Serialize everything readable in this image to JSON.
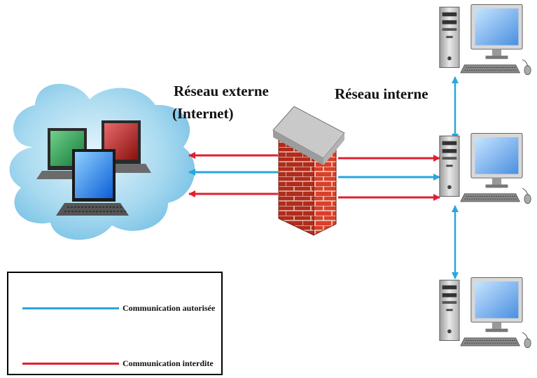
{
  "labels": {
    "external_line1": "Réseau externe",
    "external_line2": "(Internet)",
    "internal": "Réseau interne"
  },
  "legend": {
    "allowed": "Communication autorisée",
    "denied": "Communication interdite"
  },
  "colors": {
    "allowed": "#2aa6dc",
    "denied": "#e02030",
    "cloud": "#8fcdea",
    "brick": "#d8402a"
  },
  "icons": {
    "internet": "cloud-with-computers-icon",
    "firewall": "brick-firewall-icon",
    "workstation": "desktop-computer-icon"
  }
}
